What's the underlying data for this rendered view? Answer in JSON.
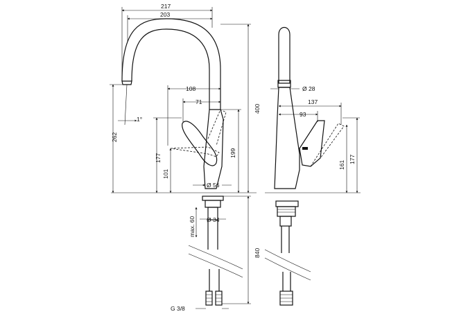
{
  "dimensions": {
    "d217": "217",
    "d203": "203",
    "d400": "400",
    "d262": "262",
    "d1deg": "1°",
    "d108": "108",
    "d71": "71",
    "d177_left": "177",
    "d101": "101",
    "d199": "199",
    "d56": "Ø 56",
    "d28": "Ø 28",
    "d137": "137",
    "d93": "93",
    "d161": "161",
    "d177_right": "177",
    "dmax60": "max. 60",
    "d34": "Ø 34",
    "d840": "840",
    "dG38": "G 3/8"
  }
}
